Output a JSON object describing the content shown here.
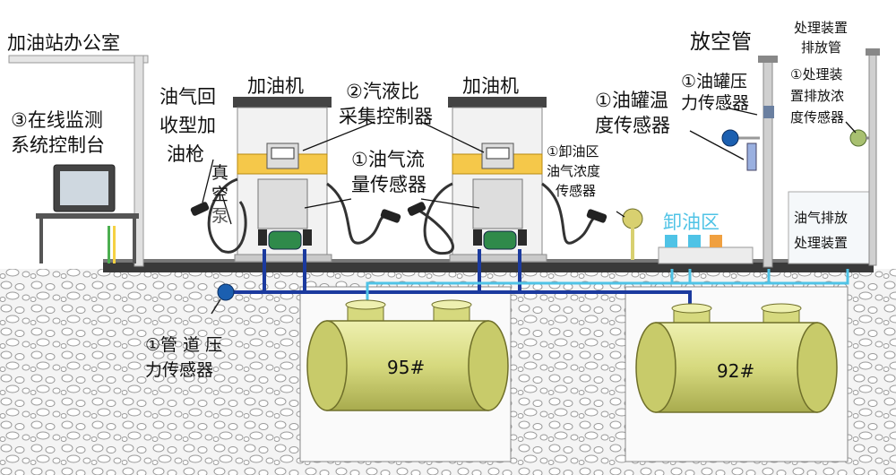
{
  "labels": {
    "office": "加油站办公室",
    "console_l1": "③在线监测",
    "console_l2": "系统控制台",
    "nozzle_l1": "油气回",
    "nozzle_l2": "收型加",
    "nozzle_l3": "油枪",
    "vacuum_l1": "真",
    "vacuum_l2": "空",
    "vacuum_l3": "泵",
    "dispenser1": "加油机",
    "dispenser2": "加油机",
    "ratio_l1": "②汽液比",
    "ratio_l2": "采集控制器",
    "flow_l1": "①油气流",
    "flow_l2": "量传感器",
    "vent_pipe": "放空管",
    "pressure_tank_l1": "①油罐压",
    "pressure_tank_l2": "力传感器",
    "temp_tank_l1": "①油罐温",
    "temp_tank_l2": "度传感器",
    "unload_sensor_l1": "①卸油区",
    "unload_sensor_l2": "油气浓度",
    "unload_sensor_l3": "传感器",
    "unload_area": "卸油区",
    "treat_vent_l1": "处理装置",
    "treat_vent_l2": "排放管",
    "treat_conc_l1": "①处理装",
    "treat_conc_l2": "置排放浓",
    "treat_conc_l3": "度传感器",
    "treatment_l1": "油气排放",
    "treatment_l2": "处理装置",
    "pipe_pressure_l1": "①管 道 压",
    "pipe_pressure_l2": "力传感器",
    "tank1": "95#",
    "tank2": "92#"
  },
  "colors": {
    "tank_fill": "#d9dc8a",
    "tank_stroke": "#6f6f2a",
    "vapor_pipe": "#1b3a9e",
    "liquid_pipe": "#4fc3e6",
    "ground_slab": "#3a3a3a",
    "dispenser_body": "#f2f2f2",
    "dispenser_trim": "#f5c84a",
    "motor": "#2f8a4a"
  }
}
